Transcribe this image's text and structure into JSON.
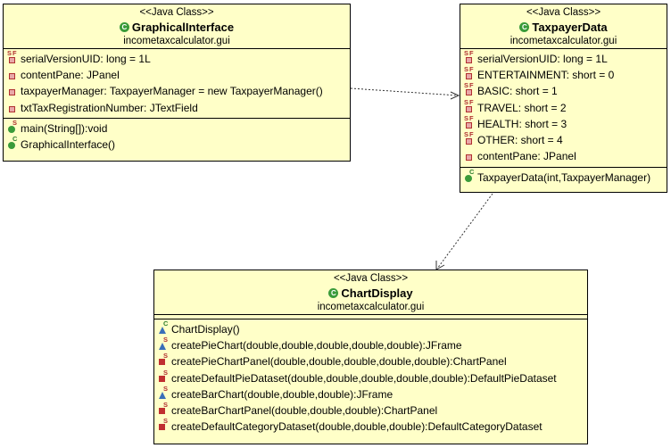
{
  "classes": {
    "graphical": {
      "stereotype": "<<Java Class>>",
      "name": "GraphicalInterface",
      "package": "incometaxcalculator.gui",
      "fields": [
        {
          "text": "serialVersionUID: long = 1L",
          "icon": "static-final-private-field-icon"
        },
        {
          "text": "contentPane: JPanel",
          "icon": "private-field-icon"
        },
        {
          "text": "taxpayerManager: TaxpayerManager = new TaxpayerManager()",
          "icon": "private-field-icon"
        },
        {
          "text": "txtTaxRegistrationNumber: JTextField",
          "icon": "private-field-icon"
        }
      ],
      "methods": [
        {
          "text": "main(String[]):void",
          "icon": "static-public-method-icon"
        },
        {
          "text": "GraphicalInterface()",
          "icon": "public-constructor-icon"
        }
      ]
    },
    "taxpayer": {
      "stereotype": "<<Java Class>>",
      "name": "TaxpayerData",
      "package": "incometaxcalculator.gui",
      "fields": [
        {
          "text": "serialVersionUID: long = 1L",
          "icon": "static-final-private-field-icon"
        },
        {
          "text": "ENTERTAINMENT: short = 0",
          "icon": "static-final-private-field-icon"
        },
        {
          "text": "BASIC: short = 1",
          "icon": "static-final-private-field-icon"
        },
        {
          "text": "TRAVEL: short = 2",
          "icon": "static-final-private-field-icon"
        },
        {
          "text": "HEALTH: short = 3",
          "icon": "static-final-private-field-icon"
        },
        {
          "text": "OTHER: short = 4",
          "icon": "static-final-private-field-icon"
        },
        {
          "text": "contentPane: JPanel",
          "icon": "private-field-icon"
        }
      ],
      "methods": [
        {
          "text": "TaxpayerData(int,TaxpayerManager)",
          "icon": "public-constructor-icon"
        }
      ]
    },
    "chart": {
      "stereotype": "<<Java Class>>",
      "name": "ChartDisplay",
      "package": "incometaxcalculator.gui",
      "fields": [],
      "methods": [
        {
          "text": "ChartDisplay()",
          "icon": "package-constructor-icon"
        },
        {
          "text": "createPieChart(double,double,double,double,double):JFrame",
          "icon": "static-package-method-icon"
        },
        {
          "text": "createPieChartPanel(double,double,double,double,double):ChartPanel",
          "icon": "static-private-method-icon"
        },
        {
          "text": "createDefaultPieDataset(double,double,double,double,double):DefaultPieDataset",
          "icon": "static-private-method-icon"
        },
        {
          "text": "createBarChart(double,double,double):JFrame",
          "icon": "static-package-method-icon"
        },
        {
          "text": "createBarChartPanel(double,double,double):ChartPanel",
          "icon": "static-private-method-icon"
        },
        {
          "text": "createDefaultCategoryDataset(double,double,double):DefaultCategoryDataset",
          "icon": "static-private-method-icon"
        }
      ]
    }
  },
  "colors": {
    "class_fill": "#ffffc8",
    "border": "#000000",
    "green": "#3a9b3a",
    "red": "#c03030",
    "blue": "#3a6fb8"
  }
}
